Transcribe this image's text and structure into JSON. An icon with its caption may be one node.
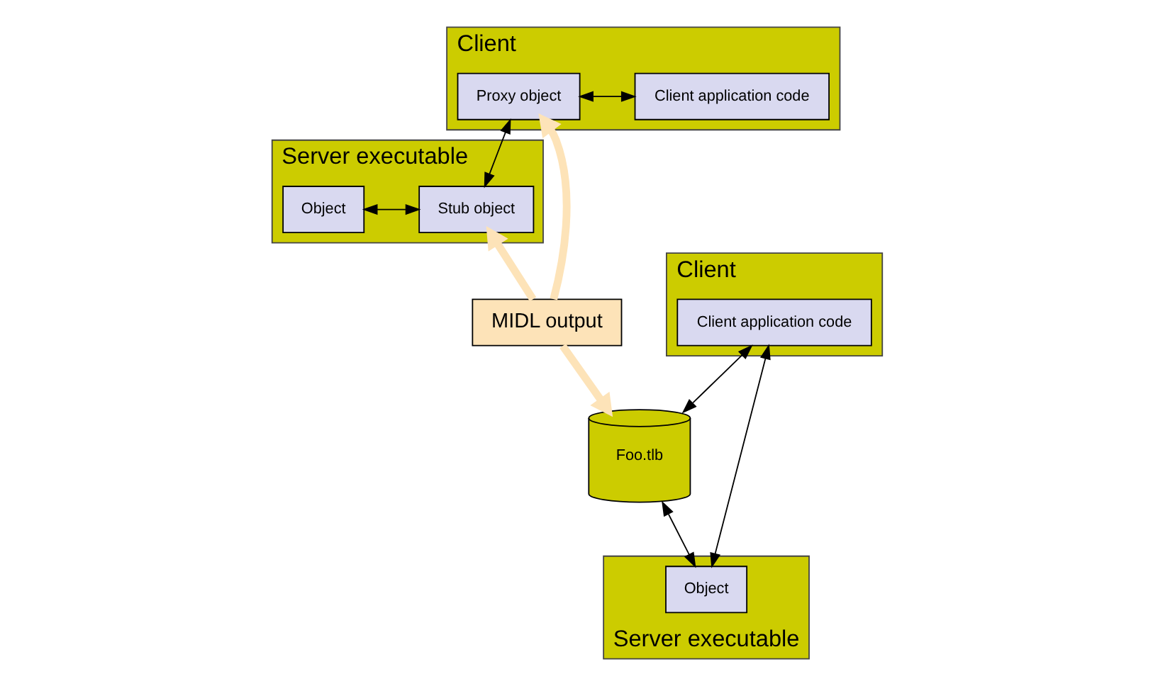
{
  "diagram": {
    "nodes": [
      {
        "text": [
          "Client"
        ]
      },
      {
        "text": [
          "Client application code"
        ],
        "in": 0
      },
      {
        "text": [
          "Proxy object"
        ],
        "in": 0
      },
      {
        "text": [
          "Server executable"
        ]
      },
      {
        "text": [
          "Stub object"
        ],
        "in": 3
      },
      {
        "text": [
          "Object"
        ],
        "in": 3
      },
      {
        "text": [
          "MIDL output"
        ]
      },
      {
        "text": [
          "Client"
        ]
      },
      {
        "text": [
          "Client application code"
        ],
        "in": 7
      },
      {
        "text": [
          "Foo.tlb"
        ]
      },
      {
        "text": [
          "Server executable"
        ]
      },
      {
        "text": [
          "Object"
        ],
        "in": 10
      }
    ],
    "edges": [
      {
        "from": 1,
        "to": 2,
        "arrow": "both"
      },
      {
        "from": 2,
        "to": 4,
        "arrow": "both"
      },
      {
        "from": 4,
        "to": 5,
        "arrow": "both"
      },
      {
        "from": 6,
        "to": 2,
        "arrow": "to",
        "style": "thick",
        "color": "#fde3b8"
      },
      {
        "from": 6,
        "to": 4,
        "arrow": "to",
        "style": "thick",
        "color": "#fde3b8"
      },
      {
        "from": 6,
        "to": 9,
        "arrow": "to",
        "style": "thick",
        "color": "#fde3b8"
      },
      {
        "from": 8,
        "to": 9,
        "arrow": "both"
      },
      {
        "from": 9,
        "to": 11,
        "arrow": "both"
      },
      {
        "from": 8,
        "to": 11,
        "arrow": "both"
      }
    ]
  }
}
